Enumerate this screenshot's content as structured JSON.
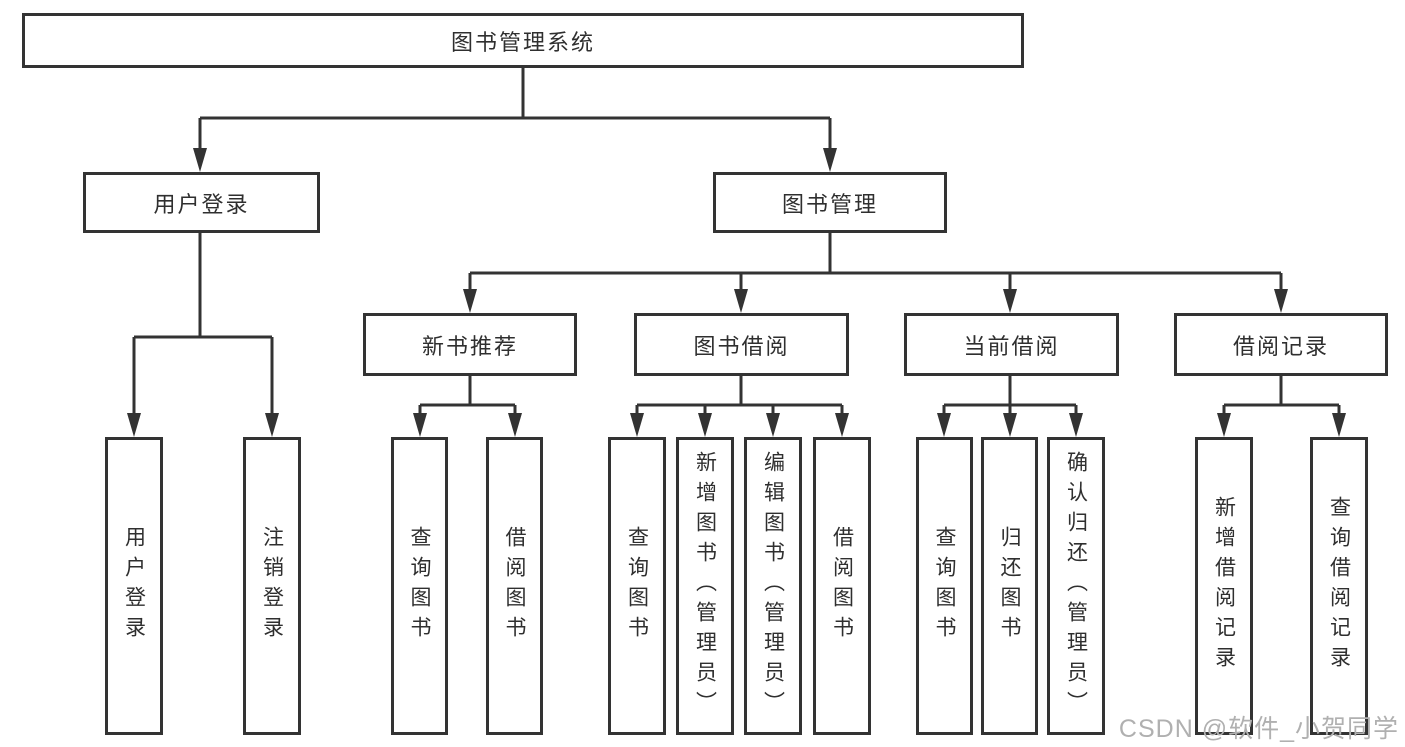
{
  "colors": {
    "line": "#333333",
    "box_border": "#333333",
    "text": "#2f2f2f",
    "watermark": "#b0b0b0",
    "background": "#ffffff"
  },
  "watermark": {
    "text": "CSDN @软件_小贺同学"
  },
  "nodes": {
    "root": {
      "label": "图书管理系统"
    },
    "user_login": {
      "label": "用户登录"
    },
    "book_mgmt": {
      "label": "图书管理"
    },
    "new_book_rec": {
      "label": "新书推荐"
    },
    "book_borrow": {
      "label": "图书借阅"
    },
    "current_borrow": {
      "label": "当前借阅"
    },
    "borrow_record": {
      "label": "借阅记录"
    },
    "leaf_user_login": {
      "label": "用户登录"
    },
    "leaf_logout": {
      "label": "注销登录"
    },
    "leaf_nbr_query": {
      "label": "查询图书"
    },
    "leaf_nbr_borrow": {
      "label": "借阅图书"
    },
    "leaf_bb_query": {
      "label": "查询图书"
    },
    "leaf_bb_add": {
      "label": "新增图书（管理员）"
    },
    "leaf_bb_edit": {
      "label": "编辑图书（管理员）"
    },
    "leaf_bb_borrow": {
      "label": "借阅图书"
    },
    "leaf_cb_query": {
      "label": "查询图书"
    },
    "leaf_cb_return": {
      "label": "归还图书"
    },
    "leaf_cb_confirm": {
      "label": "确认归还（管理员）"
    },
    "leaf_br_add": {
      "label": "新增借阅记录"
    },
    "leaf_br_query": {
      "label": "查询借阅记录"
    }
  }
}
